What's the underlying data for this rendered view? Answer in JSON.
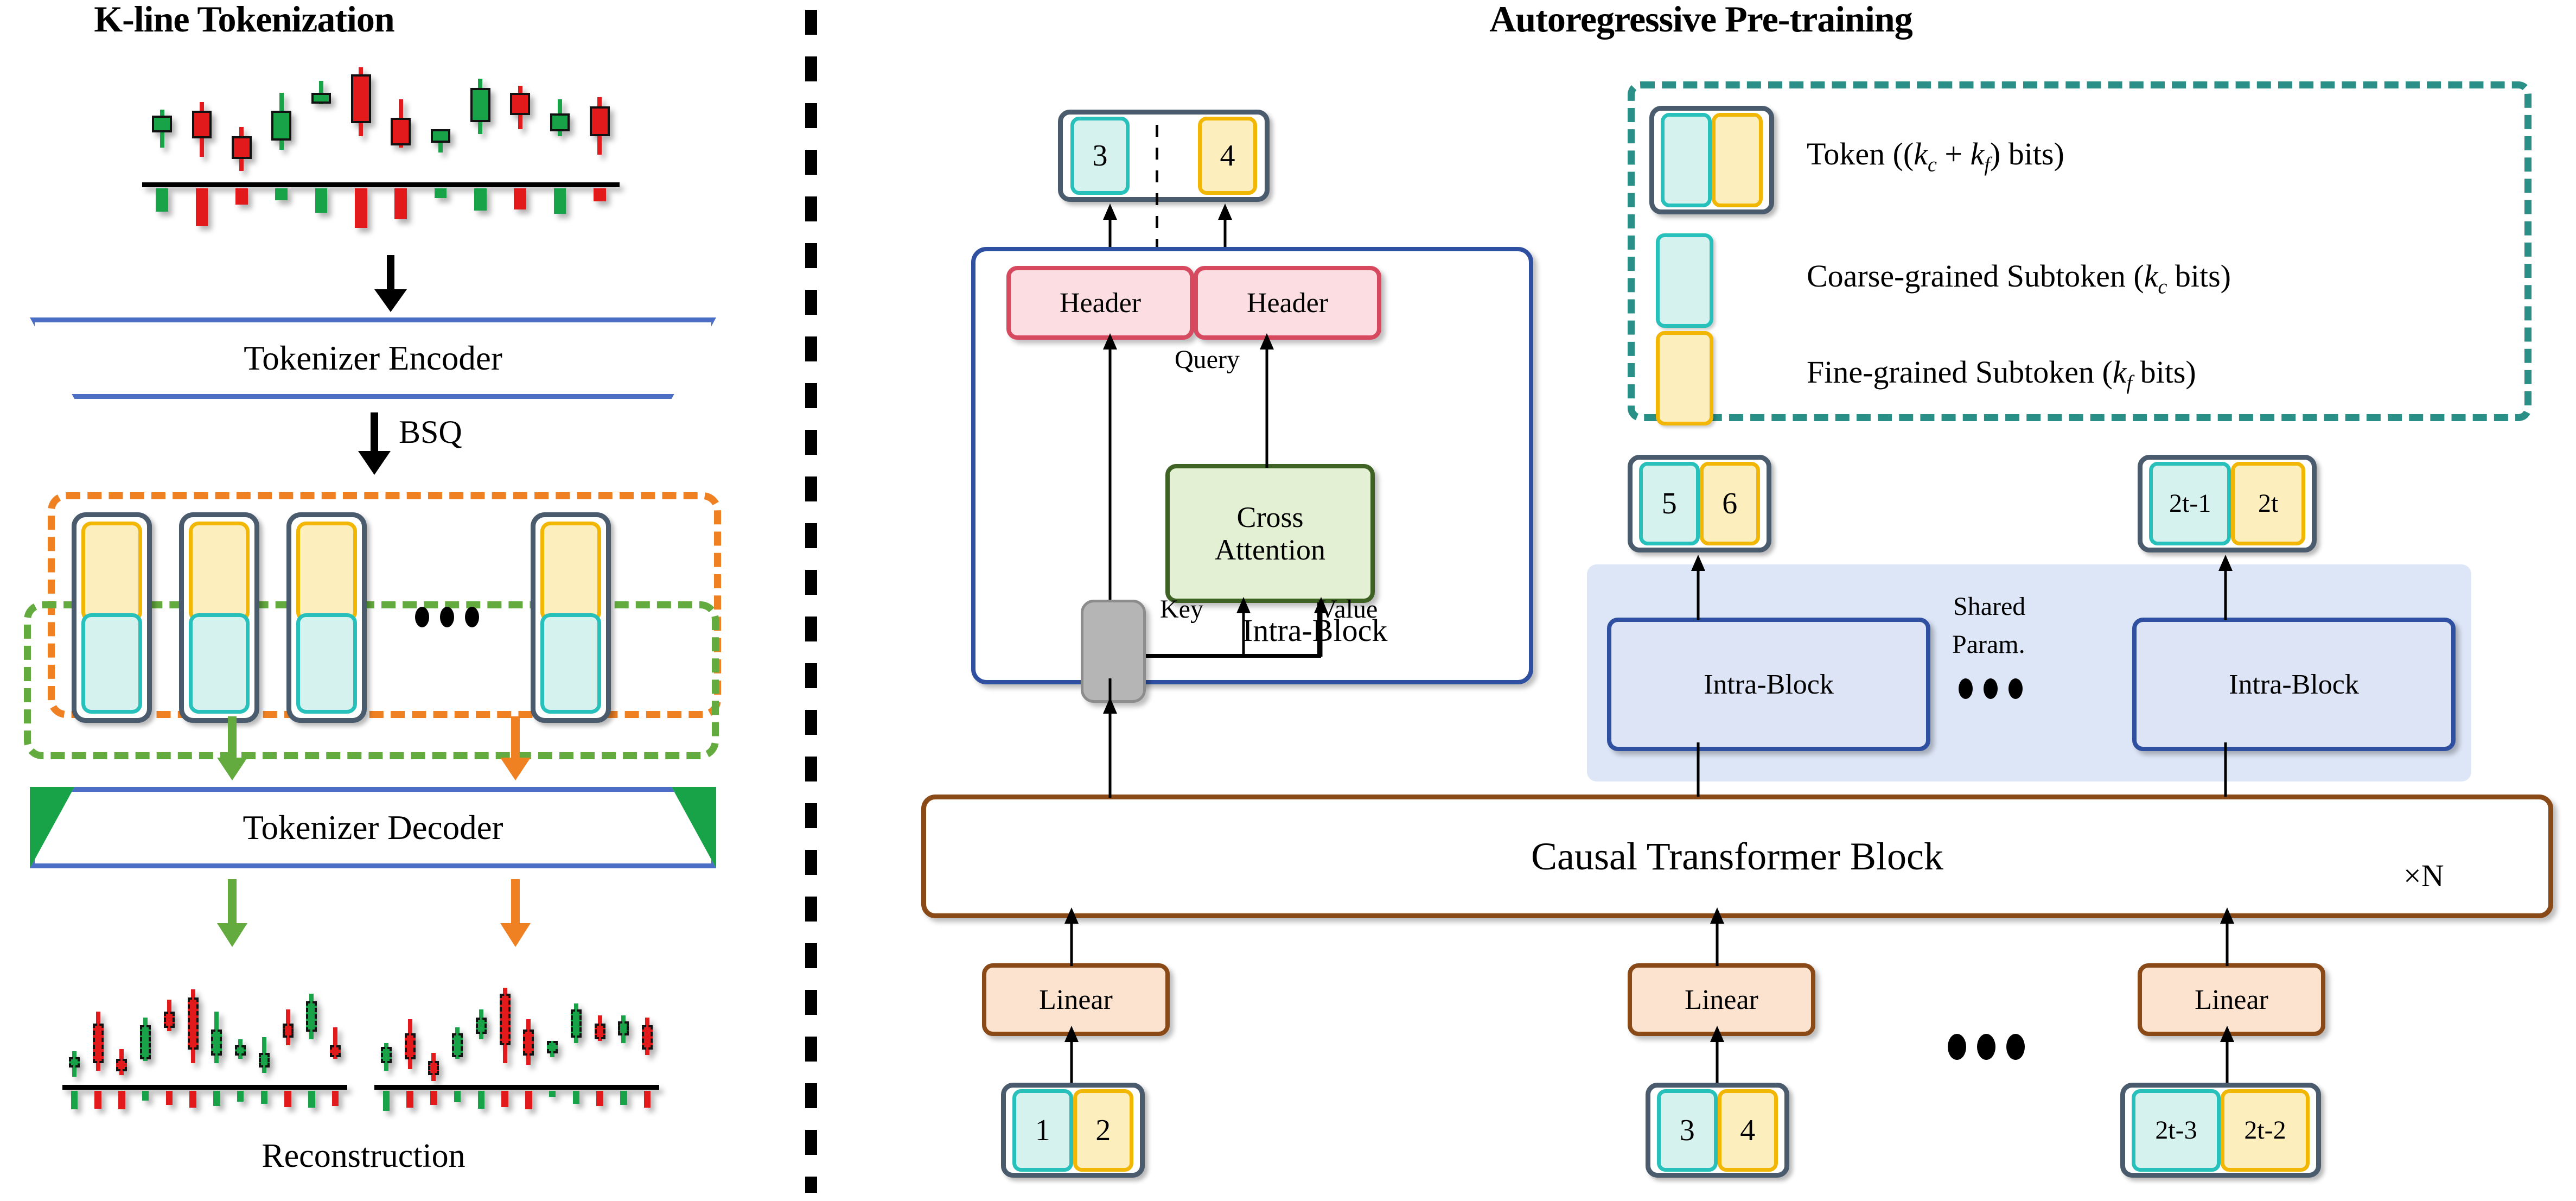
{
  "panels": {
    "left_title": "K-line Tokenization",
    "right_title": "Autoregressive Pre-training"
  },
  "left": {
    "encoder_label": "Tokenizer Encoder",
    "decoder_label": "Tokenizer Decoder",
    "quantizer_label": "BSQ",
    "reconstruction_label": "Reconstruction",
    "ellipsis": "•••",
    "colors": {
      "trapezoid_border": "#4a6fc4",
      "coarse_fill": "#d5f2ef",
      "coarse_border": "#27c0ba",
      "fine_fill": "#fdeebe",
      "fine_border": "#f2b705",
      "token_border": "#4a5b6e",
      "group_orange": "#ef8123",
      "group_green": "#64ab3f",
      "candle_up": "#18a348",
      "candle_down": "#e31a1c"
    }
  },
  "right": {
    "output_token": {
      "coarse": "3",
      "fine": "4"
    },
    "intra_block_detail": {
      "panel_label": "Intra-Block",
      "header_left": "Header",
      "header_right": "Header",
      "cross_attention": "Cross Attention",
      "query_label": "Query",
      "key_label": "Key",
      "value_label": "Value"
    },
    "legend": {
      "items": [
        {
          "kind": "token",
          "label": "Token ((k_c + k_f) bits)"
        },
        {
          "kind": "coarse",
          "label": "Coarse-grained Subtoken (k_c bits)"
        },
        {
          "kind": "fine",
          "label": "Fine-grained Subtoken (k_f bits)"
        }
      ],
      "token_text": {
        "pre": "Token ((",
        "k1": "k",
        "k1sub": "c",
        "plus": " + ",
        "k2": "k",
        "k2sub": "f",
        "post": ") bits)"
      },
      "coarse_text": {
        "pre": "Coarse-grained Subtoken (",
        "k": "k",
        "ksub": "c",
        "post": " bits)"
      },
      "fine_text": {
        "pre": "Fine-grained Subtoken (",
        "k": "k",
        "ksub": "f",
        "post": " bits)"
      },
      "border_color": "#2a8f86"
    },
    "shared_blocks": {
      "shared_label_line1": "Shared",
      "shared_label_line2": "Param.",
      "block_label": "Intra-Block",
      "tokens": [
        {
          "coarse": "5",
          "fine": "6"
        },
        {
          "coarse": "2t-1",
          "fine": "2t"
        }
      ]
    },
    "transformer": {
      "label": "Causal Transformer Block",
      "repeat": "×N"
    },
    "linear_label": "Linear",
    "input_tokens": [
      {
        "coarse": "1",
        "fine": "2"
      },
      {
        "coarse": "3",
        "fine": "4"
      },
      {
        "coarse": "2t-3",
        "fine": "2t-2"
      }
    ],
    "colors": {
      "header_fill": "#fbdde2",
      "header_border": "#d6495f",
      "cross_fill": "#e4f0d4",
      "cross_border": "#3e6124",
      "intrablock_fill": "#dde4f5",
      "intrablock_border": "#2f4fa0",
      "shared_wrap": "#dde6f7",
      "linear_fill": "#fbe3cf",
      "linear_border": "#8a4a18",
      "transformer_border": "#8a4a18",
      "gray_block": "#b5b5b5"
    }
  },
  "chart_data": {
    "type": "candlestick",
    "title": "K-line Tokenization",
    "series_top": {
      "name": "input-kline",
      "candles": [
        {
          "o": 47,
          "h": 63,
          "l": 30,
          "c": 58,
          "dir": "up"
        },
        {
          "o": 62,
          "h": 70,
          "l": 22,
          "c": 42,
          "dir": "down"
        },
        {
          "o": 40,
          "h": 48,
          "l": 10,
          "c": 24,
          "dir": "down"
        },
        {
          "o": 40,
          "h": 78,
          "l": 28,
          "c": 62,
          "dir": "up"
        },
        {
          "o": 72,
          "h": 88,
          "l": 68,
          "c": 78,
          "dir": "up"
        },
        {
          "o": 94,
          "h": 100,
          "l": 40,
          "c": 55,
          "dir": "down"
        },
        {
          "o": 56,
          "h": 72,
          "l": 30,
          "c": 36,
          "dir": "down"
        },
        {
          "o": 38,
          "h": 46,
          "l": 26,
          "c": 46,
          "dir": "up"
        },
        {
          "o": 56,
          "h": 90,
          "l": 42,
          "c": 82,
          "dir": "up"
        },
        {
          "o": 78,
          "h": 84,
          "l": 46,
          "c": 62,
          "dir": "down"
        },
        {
          "o": 60,
          "h": 72,
          "l": 40,
          "c": 48,
          "dir": "up"
        },
        {
          "o": 66,
          "h": 74,
          "l": 24,
          "c": 44,
          "dir": "down"
        }
      ],
      "volumes": [
        {
          "v": 42,
          "dir": "up"
        },
        {
          "v": 68,
          "dir": "down"
        },
        {
          "v": 30,
          "dir": "down"
        },
        {
          "v": 22,
          "dir": "up"
        },
        {
          "v": 44,
          "dir": "up"
        },
        {
          "v": 72,
          "dir": "down"
        },
        {
          "v": 56,
          "dir": "down"
        },
        {
          "v": 18,
          "dir": "up"
        },
        {
          "v": 40,
          "dir": "up"
        },
        {
          "v": 38,
          "dir": "down"
        },
        {
          "v": 46,
          "dir": "up"
        },
        {
          "v": 24,
          "dir": "down"
        }
      ]
    },
    "series_recon_left": {
      "name": "reconstruction-coarse",
      "candles": [
        {
          "o": 22,
          "h": 34,
          "l": 8,
          "c": 28,
          "dir": "up"
        },
        {
          "o": 62,
          "h": 74,
          "l": 14,
          "c": 26,
          "dir": "down"
        },
        {
          "o": 26,
          "h": 36,
          "l": 10,
          "c": 18,
          "dir": "down"
        },
        {
          "o": 30,
          "h": 68,
          "l": 24,
          "c": 60,
          "dir": "up"
        },
        {
          "o": 74,
          "h": 86,
          "l": 54,
          "c": 62,
          "dir": "down"
        },
        {
          "o": 88,
          "h": 96,
          "l": 22,
          "c": 40,
          "dir": "down"
        },
        {
          "o": 56,
          "h": 74,
          "l": 22,
          "c": 34,
          "dir": "up"
        },
        {
          "o": 34,
          "h": 46,
          "l": 26,
          "c": 40,
          "dir": "up"
        },
        {
          "o": 32,
          "h": 48,
          "l": 12,
          "c": 22,
          "dir": "up"
        },
        {
          "o": 62,
          "h": 76,
          "l": 40,
          "c": 52,
          "dir": "down"
        },
        {
          "o": 58,
          "h": 92,
          "l": 46,
          "c": 84,
          "dir": "up"
        },
        {
          "o": 40,
          "h": 58,
          "l": 26,
          "c": 32,
          "dir": "down"
        }
      ],
      "volumes": [
        {
          "v": 48,
          "dir": "up"
        },
        {
          "v": 46,
          "dir": "down"
        },
        {
          "v": 48,
          "dir": "down"
        },
        {
          "v": 26,
          "dir": "up"
        },
        {
          "v": 36,
          "dir": "down"
        },
        {
          "v": 44,
          "dir": "down"
        },
        {
          "v": 40,
          "dir": "up"
        },
        {
          "v": 28,
          "dir": "up"
        },
        {
          "v": 34,
          "dir": "up"
        },
        {
          "v": 42,
          "dir": "down"
        },
        {
          "v": 44,
          "dir": "up"
        },
        {
          "v": 40,
          "dir": "down"
        }
      ]
    },
    "series_recon_right": {
      "name": "reconstruction-fine",
      "candles": [
        {
          "o": 26,
          "h": 42,
          "l": 14,
          "c": 38,
          "dir": "up"
        },
        {
          "o": 52,
          "h": 66,
          "l": 16,
          "c": 30,
          "dir": "down"
        },
        {
          "o": 24,
          "h": 32,
          "l": 4,
          "c": 14,
          "dir": "down"
        },
        {
          "o": 32,
          "h": 58,
          "l": 26,
          "c": 52,
          "dir": "up"
        },
        {
          "o": 56,
          "h": 76,
          "l": 46,
          "c": 68,
          "dir": "up"
        },
        {
          "o": 92,
          "h": 98,
          "l": 22,
          "c": 44,
          "dir": "down"
        },
        {
          "o": 56,
          "h": 66,
          "l": 20,
          "c": 34,
          "dir": "down"
        },
        {
          "o": 36,
          "h": 44,
          "l": 28,
          "c": 44,
          "dir": "up"
        },
        {
          "o": 52,
          "h": 82,
          "l": 42,
          "c": 76,
          "dir": "up"
        },
        {
          "o": 62,
          "h": 70,
          "l": 44,
          "c": 50,
          "dir": "down"
        },
        {
          "o": 54,
          "h": 70,
          "l": 42,
          "c": 64,
          "dir": "up"
        },
        {
          "o": 60,
          "h": 68,
          "l": 30,
          "c": 40,
          "dir": "down"
        }
      ],
      "volumes": [
        {
          "v": 52,
          "dir": "up"
        },
        {
          "v": 44,
          "dir": "down"
        },
        {
          "v": 36,
          "dir": "down"
        },
        {
          "v": 30,
          "dir": "up"
        },
        {
          "v": 46,
          "dir": "up"
        },
        {
          "v": 42,
          "dir": "down"
        },
        {
          "v": 48,
          "dir": "down"
        },
        {
          "v": 16,
          "dir": "up"
        },
        {
          "v": 34,
          "dir": "up"
        },
        {
          "v": 40,
          "dir": "down"
        },
        {
          "v": 36,
          "dir": "up"
        },
        {
          "v": 44,
          "dir": "down"
        }
      ]
    },
    "ylabel": "",
    "xlabel": "",
    "grid": false,
    "legend": "none"
  }
}
